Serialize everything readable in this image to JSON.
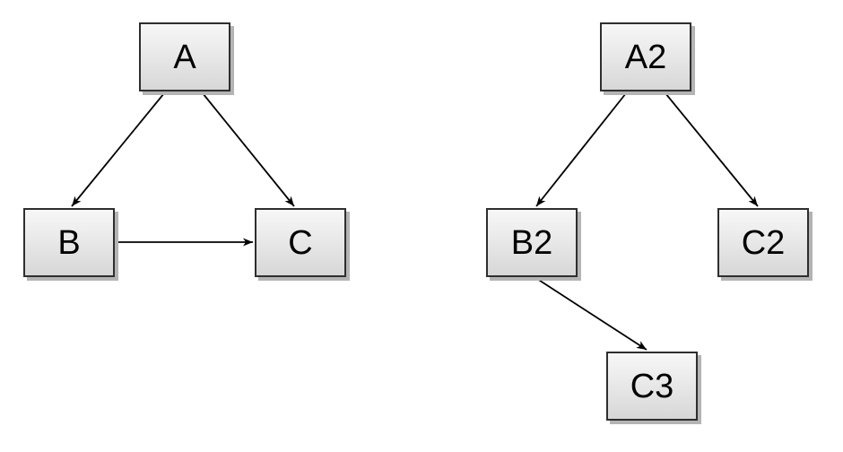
{
  "diagram": {
    "background_color": "#ffffff",
    "node_style": {
      "fill_top": "#f7f7f7",
      "fill_bottom": "#d7d7d7",
      "border_color": "#2e2e2e",
      "shadow_color": "#b4b4b4",
      "text_color": "#000000",
      "connector_color": "#000000"
    },
    "graphs": [
      {
        "name": "left-graph",
        "nodes": [
          {
            "id": "A",
            "label": "A"
          },
          {
            "id": "B",
            "label": "B"
          },
          {
            "id": "C",
            "label": "C"
          }
        ],
        "edges": [
          {
            "from": "A",
            "to": "B"
          },
          {
            "from": "A",
            "to": "C"
          },
          {
            "from": "B",
            "to": "C"
          }
        ]
      },
      {
        "name": "right-graph",
        "nodes": [
          {
            "id": "A2",
            "label": "A2"
          },
          {
            "id": "B2",
            "label": "B2"
          },
          {
            "id": "C2",
            "label": "C2"
          },
          {
            "id": "C3",
            "label": "C3"
          }
        ],
        "edges": [
          {
            "from": "A2",
            "to": "B2"
          },
          {
            "from": "A2",
            "to": "C2"
          },
          {
            "from": "B2",
            "to": "C3"
          }
        ]
      }
    ]
  }
}
